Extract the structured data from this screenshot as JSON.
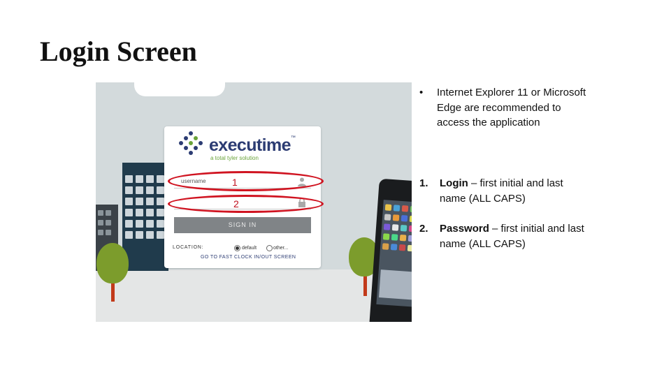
{
  "slide": {
    "title": "Login Screen"
  },
  "login_screenshot": {
    "logo": {
      "brand": "executime",
      "trademark": "™",
      "tagline": "a total tyler solution"
    },
    "username_field": {
      "label": "username"
    },
    "password_field": {
      "label": ""
    },
    "signin_button": {
      "label": "SIGN IN"
    },
    "location": {
      "label": "LOCATION:",
      "options": [
        {
          "label": "default",
          "selected": true
        },
        {
          "label": "other...",
          "selected": false
        }
      ]
    },
    "clock_link": {
      "label": "GO TO FAST CLOCK IN/OUT SCREEN"
    },
    "markers": [
      "1",
      "2"
    ],
    "colors": {
      "brand": "#2c3c73",
      "tagline": "#6aa33a",
      "highlight": "#d01421"
    }
  },
  "notes": {
    "bullet": {
      "marker": "•",
      "text": "Internet Explorer 11 or Microsoft Edge are recommended to access the application"
    },
    "numbered": [
      {
        "marker": "1.",
        "term": "Login",
        "desc": " – first initial and last name (ALL CAPS)"
      },
      {
        "marker": "2.",
        "term": "Password",
        "desc": " – first initial and last name (ALL CAPS)"
      }
    ]
  }
}
